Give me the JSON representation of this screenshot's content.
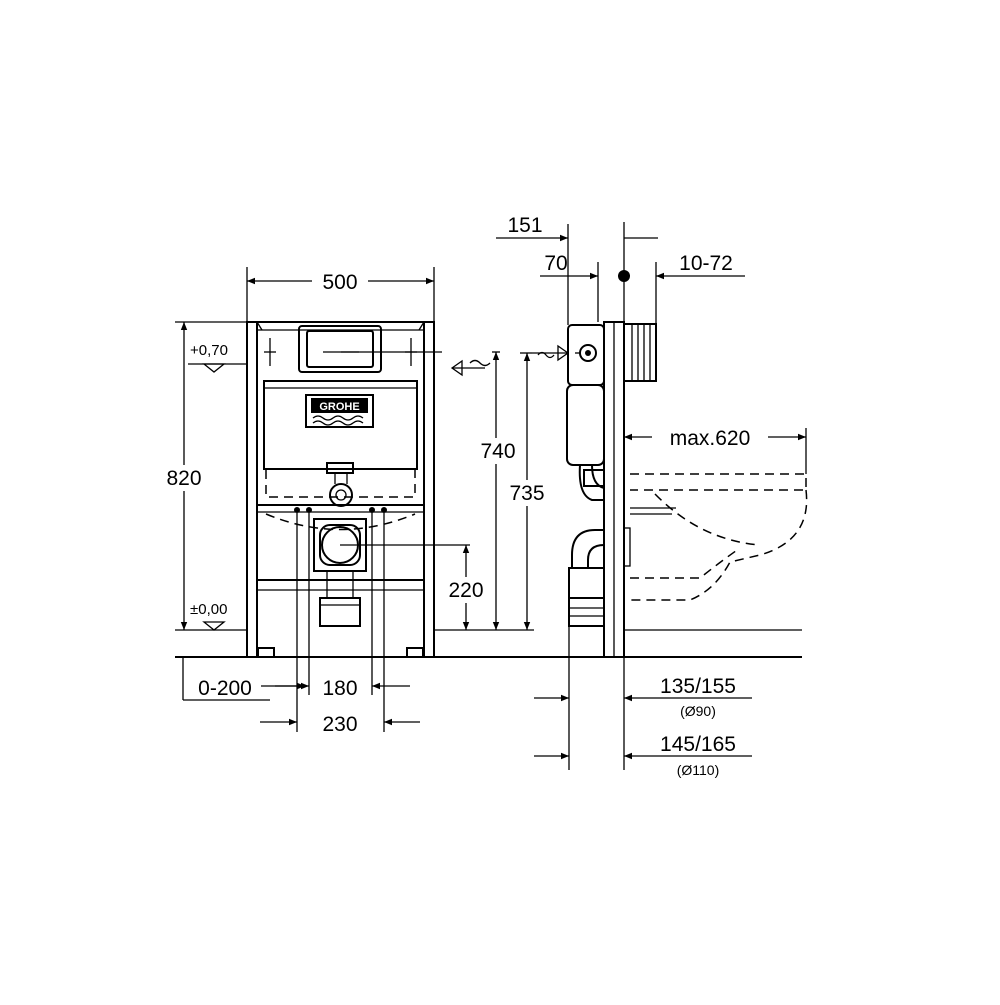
{
  "front_view": {
    "brand": "GROHE",
    "width": "500",
    "height_total": "820",
    "level_top": "+0,70",
    "level_floor": "±0,00",
    "h_flush": "740",
    "h_outlet": "220",
    "floor_range": "0-200",
    "bolt_spacing_inner": "180",
    "bolt_spacing_outer": "230"
  },
  "side_view": {
    "depth_151": "151",
    "depth_70": "70",
    "wall_10_72": "10-72",
    "h_inlet": "735",
    "max_620": "max.620",
    "d1_label": "135/155",
    "d1_pipe": "(Ø90)",
    "d2_label": "145/165",
    "d2_pipe": "(Ø110)"
  }
}
